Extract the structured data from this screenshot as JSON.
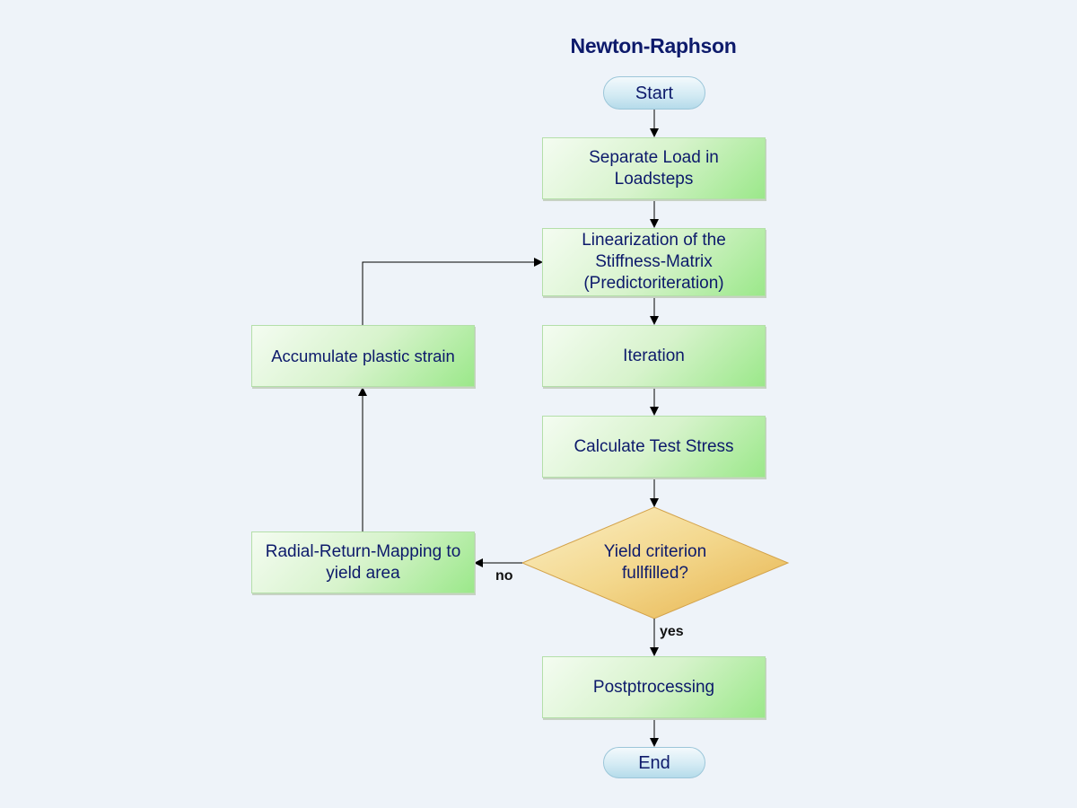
{
  "title": "Newton-Raphson",
  "nodes": {
    "start": "Start",
    "separate": "Separate Load in Loadsteps",
    "linearization": "Linearization of the Stiffness-Matrix (Predictoriteration)",
    "iteration": "Iteration",
    "test_stress": "Calculate Test Stress",
    "yield": "Yield criterion fullfilled?",
    "radial": "Radial-Return-Mapping to yield area",
    "accumulate": "Accumulate plastic strain",
    "post": "Postptrocessing",
    "end": "End"
  },
  "edge_labels": {
    "no": "no",
    "yes": "yes"
  },
  "colors": {
    "process_fill": "#c9f0bd",
    "terminal_fill": "#cde7f2",
    "decision_fill": "#f0cf7a",
    "text": "#0d1a6b",
    "background": "#eef3f9"
  }
}
